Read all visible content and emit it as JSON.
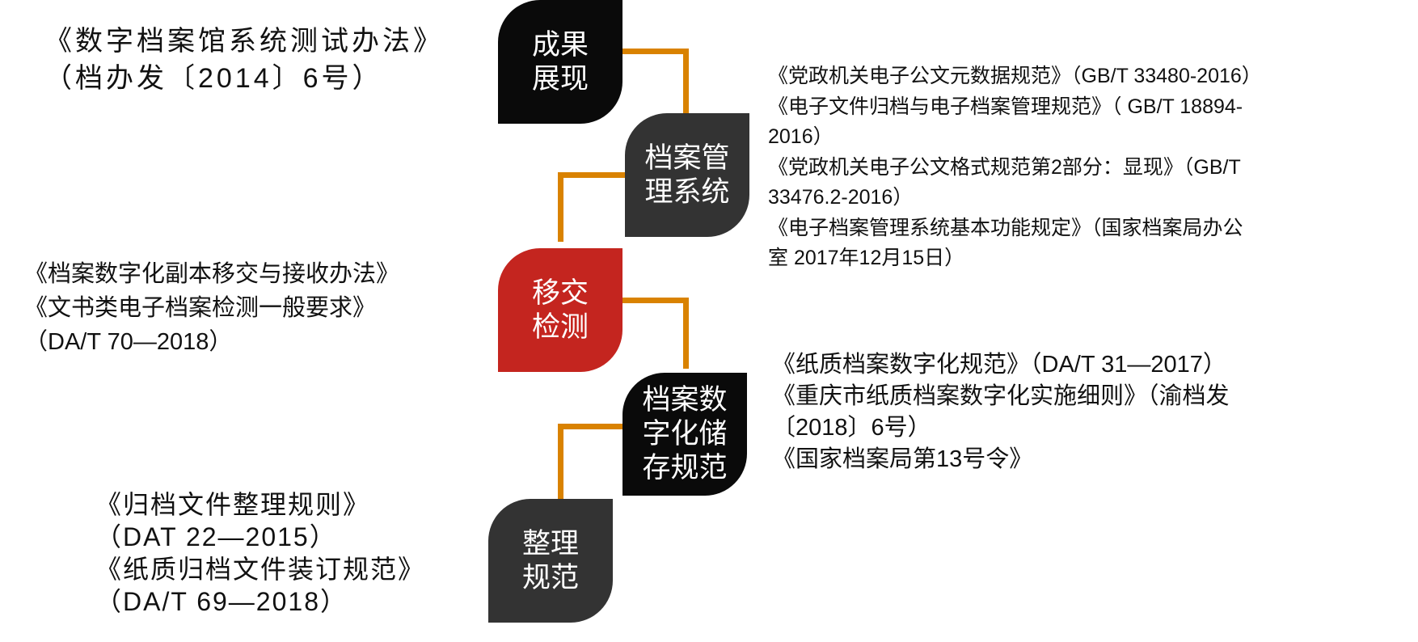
{
  "colors": {
    "connector": "#d98200",
    "black": "#0a0a0a",
    "dark": "#333333",
    "red": "#c4251f"
  },
  "nodes": [
    {
      "lines": [
        "成果",
        "展现"
      ]
    },
    {
      "lines": [
        "档案管",
        "理系统"
      ]
    },
    {
      "lines": [
        "移交",
        "检测"
      ]
    },
    {
      "lines": [
        "档案数",
        "字化储",
        "存规范"
      ]
    },
    {
      "lines": [
        "整理",
        "规范"
      ]
    }
  ],
  "texts": {
    "top_left": [
      "《数字档案馆系统测试办法》",
      "（档办发〔2014〕6号）"
    ],
    "middle_left": [
      "《档案数字化副本移交与接收办法》",
      "《文书类电子档案检测一般要求》",
      "（DA/T 70—2018）"
    ],
    "bottom_left": [
      "《归档文件整理规则》",
      "（DAT 22—2015）",
      "《纸质归档文件装订规范》",
      "（DA/T 69—2018）"
    ],
    "top_right": [
      "《党政机关电子公文元数据规范》（GB/T 33480-2016）",
      "《电子文件归档与电子档案管理规范》（ GB/T 18894-",
      "2016）",
      "《党政机关电子公文格式规范第2部分：显现》（GB/T",
      "33476.2-2016）",
      "《电子档案管理系统基本功能规定》（国家档案局办公",
      "室 2017年12月15日）"
    ],
    "bottom_right": [
      "《纸质档案数字化规范》（DA/T 31—2017）",
      "《重庆市纸质档案数字化实施细则》（渝档发",
      "〔2018〕6号）",
      "《国家档案局第13号令》"
    ]
  }
}
